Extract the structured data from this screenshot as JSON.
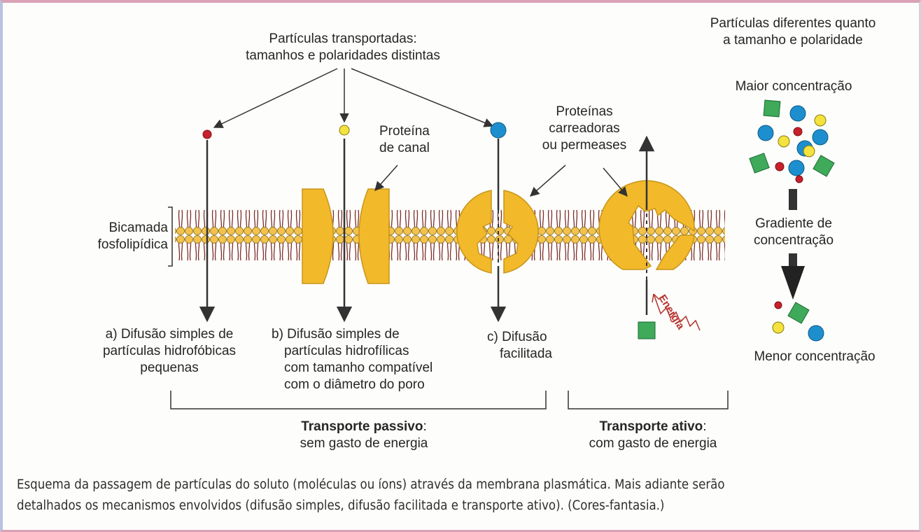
{
  "diagram": {
    "top_label": [
      "Partículas transportadas:",
      "tamanhos e polaridades distintas"
    ],
    "channel_protein_label": [
      "Proteína",
      "de canal"
    ],
    "carrier_label": [
      "Proteínas",
      "carreadoras",
      "ou permeases"
    ],
    "bilayer_label": [
      "Bicamada",
      "fosfolipídica"
    ],
    "case_a": [
      "a) Difusão simples de",
      "partículas hidrofóbicas",
      "pequenas"
    ],
    "case_b": [
      "b) Difusão simples de",
      "partículas hidrofílicas",
      "com tamanho compatível",
      "com o diâmetro do poro"
    ],
    "case_c": [
      "c) Difusão",
      "facilitada"
    ],
    "energy_label": "Energia",
    "passive": {
      "title": "Transporte passivo",
      "suffix": ":",
      "subtitle": "sem gasto de energia"
    },
    "active": {
      "title": "Transporte ativo",
      "suffix": ":",
      "subtitle": "com gasto de energia"
    }
  },
  "gradient_panel": {
    "title": [
      "Partículas diferentes quanto",
      "a tamanho e polaridade"
    ],
    "high_label": "Maior concentração",
    "gradient_label": [
      "Gradiente de",
      "concentração"
    ],
    "low_label": "Menor concentração"
  },
  "colors": {
    "protein": "#f2b92b",
    "lipid_head": "#f3c24a",
    "red_particle": "#c8202a",
    "yellow_particle": "#f4e23e",
    "blue_particle": "#1d8fce",
    "green_particle": "#3eaa5a"
  },
  "caption": [
    "Esquema da passagem de partículas do soluto (moléculas ou íons) através da membrana plasmática. Mais adiante serão",
    "detalhados os mecanismos envolvidos (difusão simples, difusão facilitada e transporte ativo). (Cores-fantasia.)"
  ]
}
